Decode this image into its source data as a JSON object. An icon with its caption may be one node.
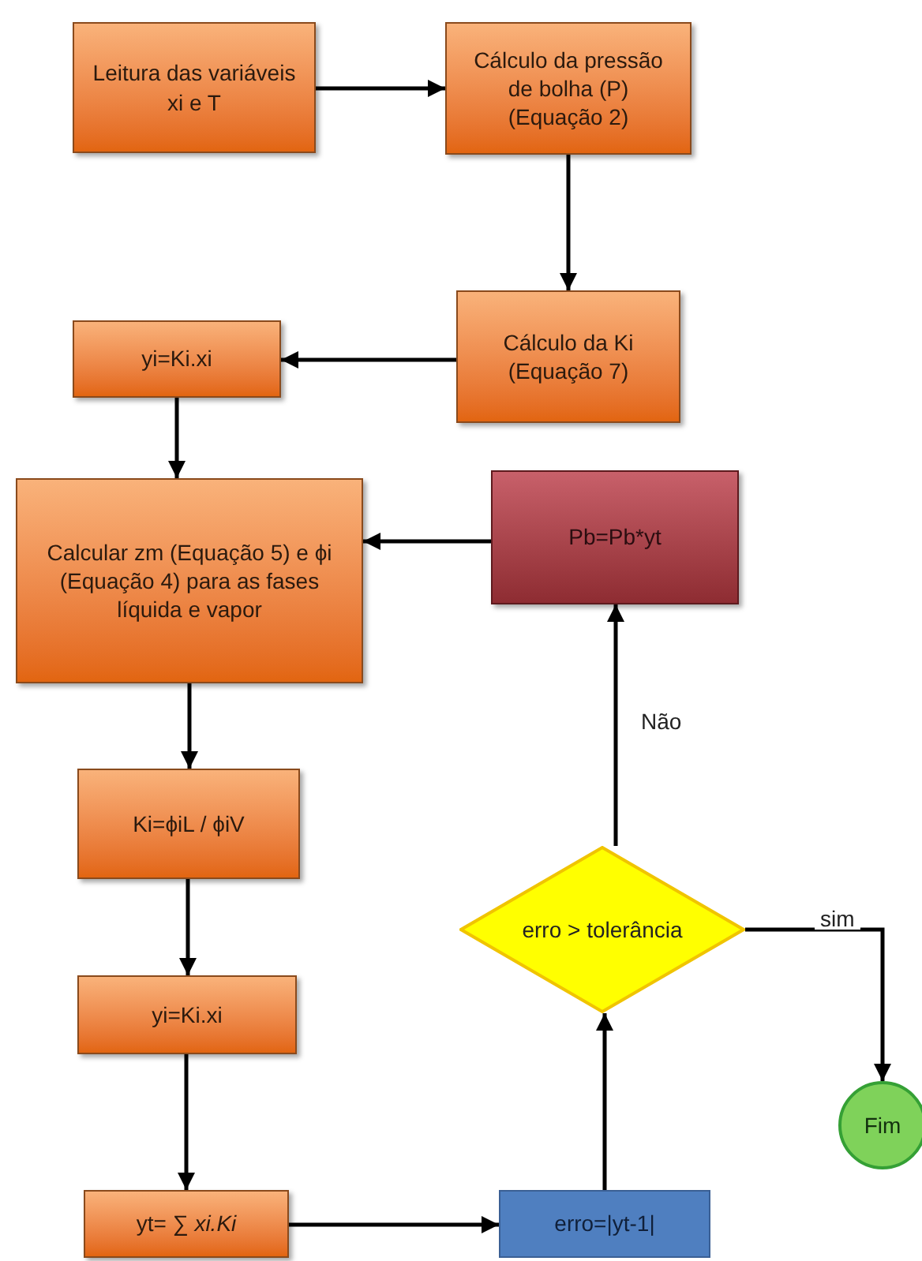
{
  "diagram": {
    "nodes": [
      {
        "text": [
          "Leitura das variáveis xi e T"
        ]
      },
      {
        "text": [
          "Cálculo da pressão de bolha (P) (Equação 2)"
        ]
      },
      {
        "text": [
          "Cálculo da Ki (Equação 7)"
        ]
      },
      {
        "text": [
          "yi=Ki.xi"
        ]
      },
      {
        "text": [
          "Calcular zm (Equação 5) e ϕi  (Equação 4) para as fases líquida e vapor"
        ]
      },
      {
        "text": [
          "Ki=ϕiL / ϕiV"
        ]
      },
      {
        "text": [
          "yi=Ki.xi"
        ]
      },
      {
        "text": [
          "yt= ∑ *xi.Ki*"
        ]
      },
      {
        "text": [
          "erro=|yt-1|"
        ]
      },
      {
        "text": [
          "erro > tolerância"
        ]
      },
      {
        "text": [
          "Pb=Pb*yt"
        ]
      },
      {
        "text": [
          "Fim"
        ]
      }
    ],
    "edges": [
      {
        "from": 0,
        "to": 1,
        "arrow": "to"
      },
      {
        "from": 1,
        "to": 2,
        "arrow": "to"
      },
      {
        "from": 2,
        "to": 3,
        "arrow": "to"
      },
      {
        "from": 3,
        "to": 4,
        "arrow": "to"
      },
      {
        "from": 4,
        "to": 5,
        "arrow": "to"
      },
      {
        "from": 5,
        "to": 6,
        "arrow": "to"
      },
      {
        "from": 6,
        "to": 7,
        "arrow": "to"
      },
      {
        "from": 7,
        "to": 8,
        "arrow": "to"
      },
      {
        "from": 8,
        "to": 9,
        "arrow": "to"
      },
      {
        "from": 9,
        "to": 10,
        "arrow": "to",
        "label": "Não"
      },
      {
        "from": 9,
        "to": 11,
        "arrow": "to",
        "label": "sim"
      },
      {
        "from": 10,
        "to": 4,
        "arrow": "to"
      }
    ]
  }
}
